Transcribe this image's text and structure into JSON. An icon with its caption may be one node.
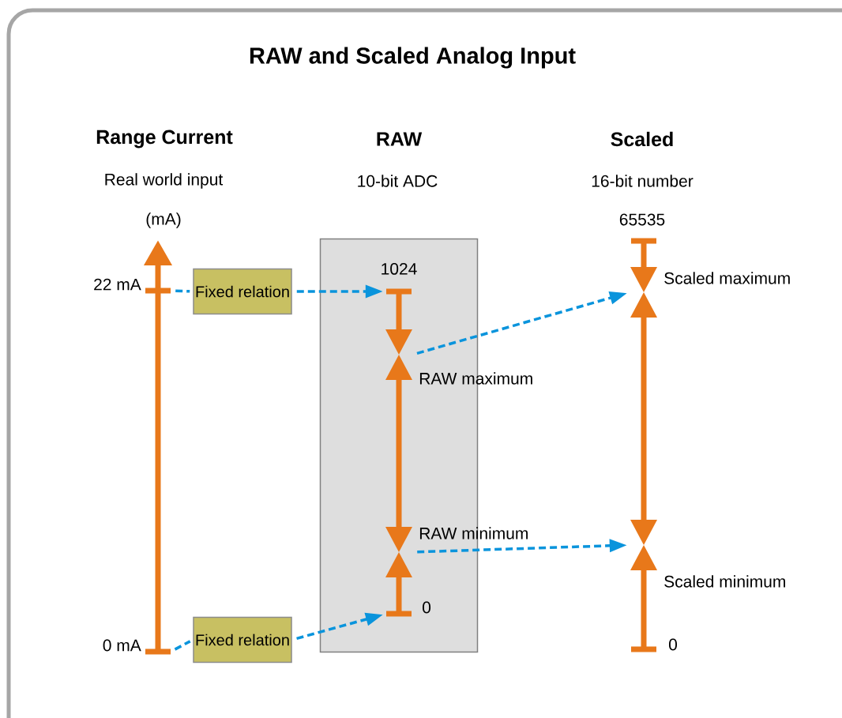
{
  "diagram": {
    "title": "RAW and Scaled Analog Input",
    "nodes": [
      {
        "text": [],
        "shape": "box"
      },
      {
        "text": [],
        "shape": "bar",
        "beside": [
          "22 mA"
        ]
      },
      {
        "text": [
          "Fixed relation"
        ]
      },
      {
        "text": [],
        "shape": "bar",
        "beside": [
          "1024"
        ],
        "in": 0
      },
      {
        "text": [],
        "shape": "hourglass",
        "beside": [
          "RAW maximum"
        ],
        "in": 0
      },
      {
        "text": [],
        "shape": "hourglass",
        "beside": [
          "RAW minimum"
        ],
        "in": 0
      },
      {
        "text": [],
        "shape": "bar",
        "beside": [
          "0"
        ],
        "in": 0
      },
      {
        "text": [],
        "shape": "bar",
        "beside": [
          "0 mA"
        ]
      },
      {
        "text": [
          "Fixed relation"
        ]
      },
      {
        "text": [],
        "shape": "hourglass",
        "beside": [
          "Scaled maximum"
        ]
      },
      {
        "text": [],
        "shape": "hourglass",
        "beside": [
          "Scaled minimum"
        ]
      }
    ],
    "edges": [
      {
        "from": 1,
        "to": 2,
        "arrow": "none",
        "style": "dashed",
        "color": "#0a94dc"
      },
      {
        "from": 2,
        "to": 3,
        "arrow": "to",
        "style": "dashed",
        "color": "#0a94dc"
      },
      {
        "from": 7,
        "to": 8,
        "arrow": "none",
        "style": "dashed",
        "color": "#0a94dc"
      },
      {
        "from": 8,
        "to": 6,
        "arrow": "to",
        "style": "dashed",
        "color": "#0a94dc"
      },
      {
        "from": 4,
        "to": 9,
        "arrow": "to",
        "style": "dashed",
        "color": "#0a94dc"
      },
      {
        "from": 5,
        "to": 10,
        "arrow": "to",
        "style": "dashed",
        "color": "#0a94dc"
      }
    ],
    "labels": [
      "Range Current",
      "Real world input",
      "(mA)",
      "RAW",
      "10-bit ADC",
      "Scaled",
      "16-bit number",
      "65535",
      "0"
    ]
  }
}
